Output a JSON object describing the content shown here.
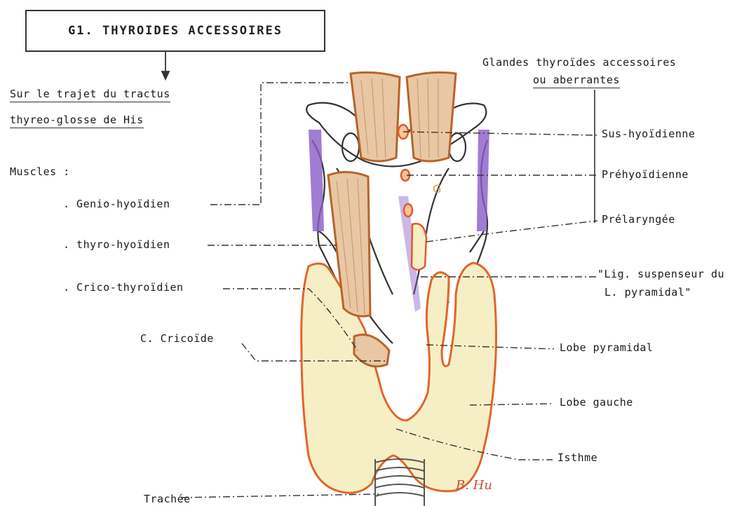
{
  "title": "G1. THYROIDES  ACCESSOIRES",
  "left_heading_line1": "Sur le trajet du tractus",
  "left_heading_line2": "thyreo-glosse de His",
  "muscles_heading": "Muscles :",
  "muscles": [
    ". Genio-hyoïdien",
    ". thyro-hyoïdien",
    ". Crico-thyroïdien"
  ],
  "left_labels": {
    "cricoide": "C. Cricoïde",
    "trachee": "Trachée"
  },
  "right_heading_line1": "Glandes thyroïdes accessoires",
  "right_heading_line2": "ou aberrantes",
  "right_labels": {
    "sus_hyoidienne": "Sus-hyoïdienne",
    "prehyoidienne": "Préhyoïdienne",
    "prelaryngee": "Prélaryngée",
    "lig_line1": "\"Lig. suspenseur du",
    "lig_line2": "L. pyramidal\"",
    "lobe_pyramidal": "Lobe pyramidal",
    "lobe_gauche": "Lobe gauche",
    "isthme": "Isthme"
  },
  "diagram_marks": [
    "G"
  ],
  "signature": "B. Hu",
  "colors": {
    "thyroid_fill": "#f6efc6",
    "thyroid_outline": "#e2652a",
    "muscle_fill": "#e8c7a4",
    "muscle_outline": "#b8642a",
    "purple": "#8a5bc8",
    "accessory_gland": "#e25a2a"
  }
}
